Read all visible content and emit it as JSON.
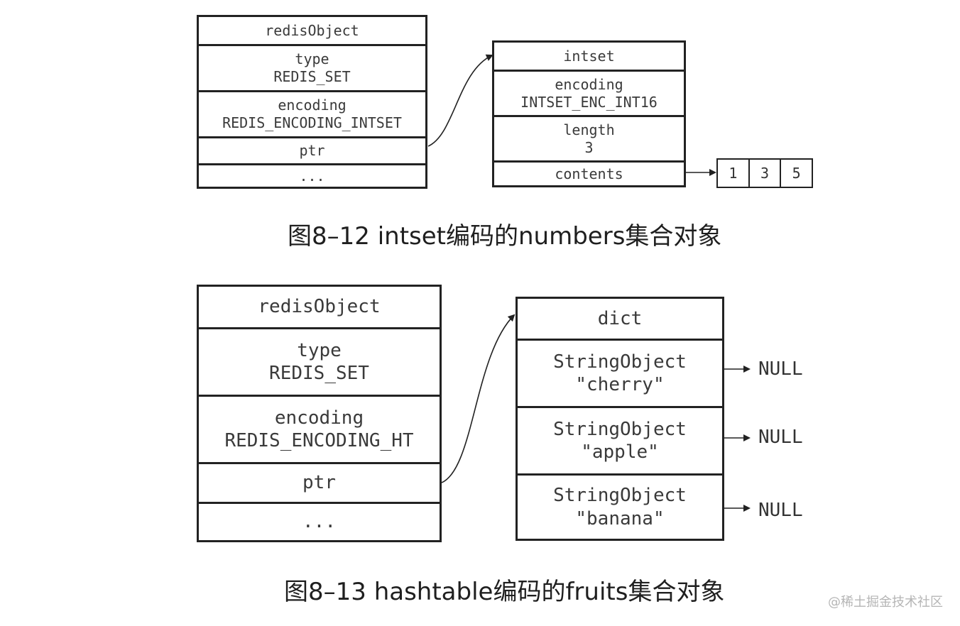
{
  "figure1": {
    "redis_object": {
      "header": "redisObject",
      "type_label": "type",
      "type_value": "REDIS_SET",
      "encoding_label": "encoding",
      "encoding_value": "REDIS_ENCODING_INTSET",
      "ptr": "ptr",
      "rest": "..."
    },
    "intset": {
      "header": "intset",
      "encoding_label": "encoding",
      "encoding_value": "INTSET_ENC_INT16",
      "length_label": "length",
      "length_value": "3",
      "contents": "contents"
    },
    "contents_values": [
      "1",
      "3",
      "5"
    ],
    "caption": "图8–12 intset编码的numbers集合对象"
  },
  "figure2": {
    "redis_object": {
      "header": "redisObject",
      "type_label": "type",
      "type_value": "REDIS_SET",
      "encoding_label": "encoding",
      "encoding_value": "REDIS_ENCODING_HT",
      "ptr": "ptr",
      "rest": "..."
    },
    "dict": {
      "header": "dict",
      "entries": [
        {
          "label": "StringObject",
          "value": "\"cherry\"",
          "next": "NULL"
        },
        {
          "label": "StringObject",
          "value": "\"apple\"",
          "next": "NULL"
        },
        {
          "label": "StringObject",
          "value": "\"banana\"",
          "next": "NULL"
        }
      ]
    },
    "caption": "图8–13 hashtable编码的fruits集合对象"
  },
  "watermark": "@稀土掘金技术社区",
  "colors": {
    "line": "#222222",
    "text": "#333333",
    "watermark": "#b5b5b5"
  }
}
